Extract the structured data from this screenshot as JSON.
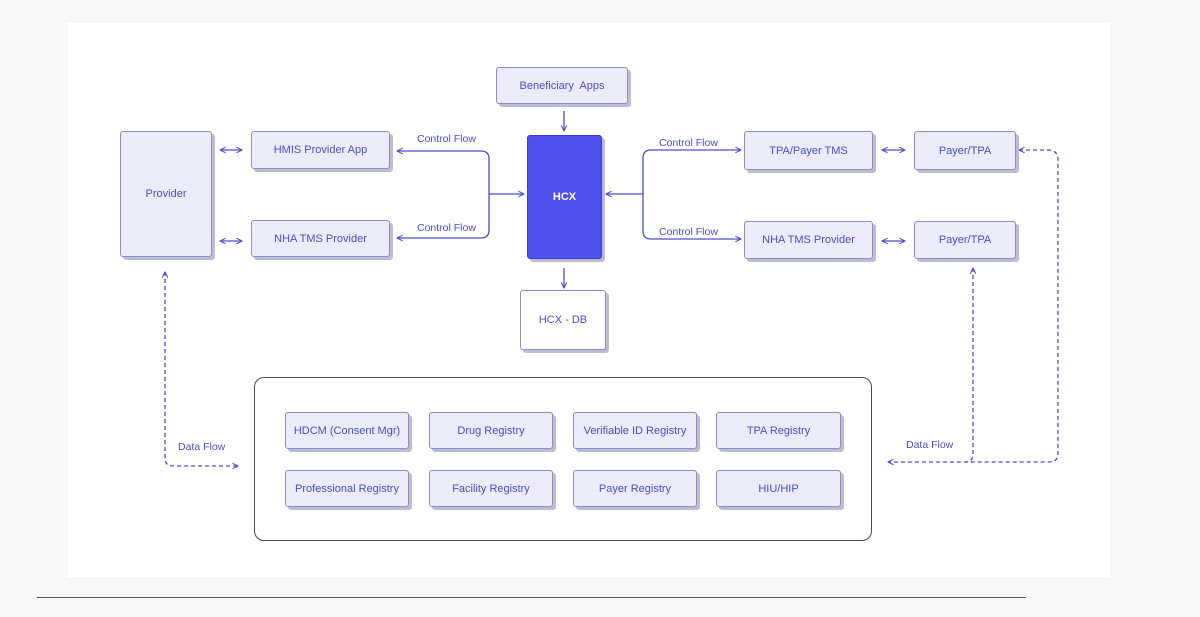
{
  "nodes": {
    "beneficiary_apps": "Beneficiary  Apps",
    "provider": "Provider",
    "hmis_provider_app": "HMIS Provider App",
    "nha_tms_provider_left": "NHA TMS Provider",
    "hcx": "HCX",
    "hcx_db": "HCX - DB",
    "tpa_payer_tms": "TPA/Payer TMS",
    "nha_tms_provider_right": "NHA TMS Provider",
    "payer_tpa_top": "Payer/TPA",
    "payer_tpa_bottom": "Payer/TPA"
  },
  "registries": [
    "HDCM (Consent Mgr)",
    "Drug Registry",
    "Verifiable ID Registry",
    "TPA Registry",
    "Professional Registry",
    "Facility Registry",
    "Payer Registry",
    "HIU/HIP"
  ],
  "edge_labels": {
    "control_flow_left_top": "Control Flow",
    "control_flow_left_bottom": "Control Flow",
    "control_flow_right_top": "Control Flow",
    "control_flow_right_bottom": "Control Flow",
    "data_flow_left": "Data Flow",
    "data_flow_right": "Data Flow"
  },
  "colors": {
    "accent": "#4d4dcc",
    "hcx_fill": "#5050ee",
    "box_fill": "#ebebfa",
    "box_border": "#8c8cce"
  }
}
